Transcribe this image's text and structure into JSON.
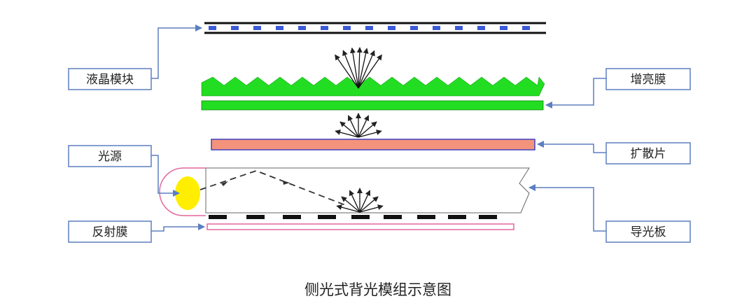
{
  "labels": {
    "lcd_module": "液晶模块",
    "brightness_film": "增亮膜",
    "diffuser": "扩散片",
    "light_source": "光源",
    "light_guide_plate": "导光板",
    "reflective_film": "反射膜"
  },
  "caption": "侧光式背光模组示意图",
  "colors": {
    "label_border": "#5b7fbf",
    "connector": "#5b7fbf",
    "lcd_line": "#111111",
    "lcd_dots": "#3b5bd6",
    "brightness_film": "#22dd22",
    "diffuser_fill": "#f4937c",
    "diffuser_border": "#4040c0",
    "light_source": "#ffee00",
    "reflector_border": "#e2679a",
    "dark_marks": "#111111"
  },
  "icons": {
    "ray_bursts": "light-ray-fan-icon",
    "connectors": "arrow-right-icon"
  }
}
